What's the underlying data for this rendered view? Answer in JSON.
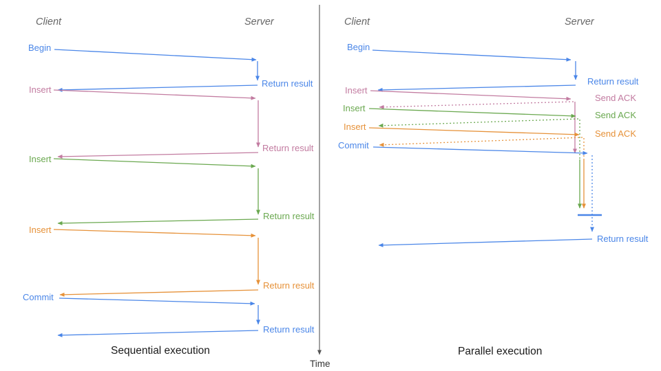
{
  "palette": {
    "blue": "#4a86e8",
    "pink": "#c27ba0",
    "green": "#6aa84f",
    "orange": "#e69138",
    "axis_gray": "#555555",
    "header_gray": "#666666",
    "caption_black": "#1a1a1a"
  },
  "timeline": {
    "label": "Time"
  },
  "sequential": {
    "client_header": "Client",
    "server_header": "Server",
    "caption": "Sequential execution",
    "steps": [
      {
        "label": "Begin",
        "response": "Return result",
        "color": "blue"
      },
      {
        "label": "Insert",
        "response": "Return result",
        "color": "pink"
      },
      {
        "label": "Insert",
        "response": "Return result",
        "color": "green"
      },
      {
        "label": "Insert",
        "response": "Return result",
        "color": "orange"
      },
      {
        "label": "Commit",
        "response": "Return result",
        "color": "blue"
      }
    ]
  },
  "parallel": {
    "client_header": "Client",
    "server_header": "Server",
    "caption": "Parallel execution",
    "steps": [
      {
        "label": "Begin",
        "response": "Return result",
        "color": "blue"
      },
      {
        "label": "Insert",
        "response": "Send ACK",
        "color": "pink"
      },
      {
        "label": "Insert",
        "response": "Send ACK",
        "color": "green"
      },
      {
        "label": "Insert",
        "response": "Send ACK",
        "color": "orange"
      },
      {
        "label": "Commit",
        "response": "Return result",
        "color": "blue"
      }
    ]
  }
}
